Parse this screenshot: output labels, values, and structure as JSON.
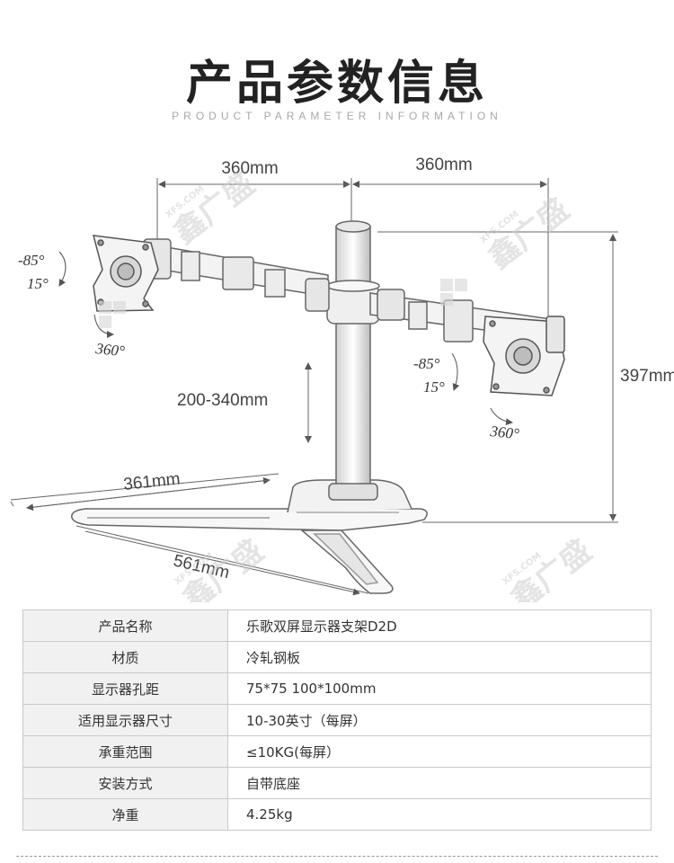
{
  "header": {
    "title": "产品参数信息",
    "subtitle": "PRODUCT PARAMETER INFORMATION"
  },
  "diagram": {
    "dim_left_arm": "360mm",
    "dim_right_arm": "360mm",
    "dim_height": "397mm",
    "dim_adjust": "200-340mm",
    "dim_base_width": "361mm",
    "dim_base_length": "561mm",
    "left_tilt_top": "-85°",
    "left_tilt_bottom": "15°",
    "left_rotate": "360°",
    "right_tilt_top": "-85°",
    "right_tilt_bottom": "15°",
    "right_rotate": "360°",
    "watermark_brand": "鑫广盛",
    "watermark_domain": "XFS.COM"
  },
  "specs": [
    {
      "label": "产品名称",
      "value": "乐歌双屏显示器支架D2D"
    },
    {
      "label": "材质",
      "value": "冷轧钢板"
    },
    {
      "label": "显示器孔距",
      "value": "75*75 100*100mm"
    },
    {
      "label": "适用显示器尺寸",
      "value": "10-30英寸（每屏）"
    },
    {
      "label": "承重范围",
      "value": "≤10KG(每屏）"
    },
    {
      "label": "安装方式",
      "value": "自带底座"
    },
    {
      "label": "净重",
      "value": "4.25kg"
    }
  ]
}
